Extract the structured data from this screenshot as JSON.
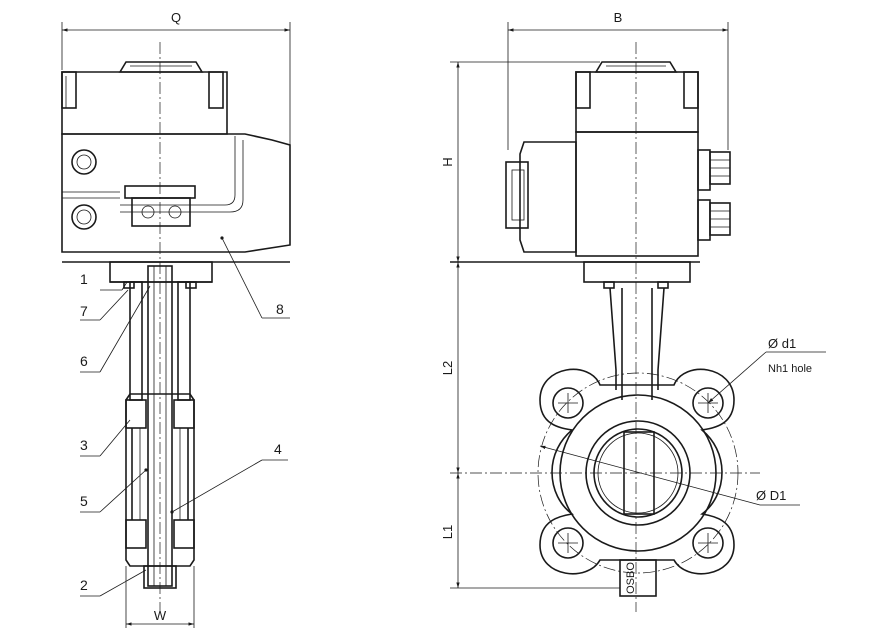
{
  "dimensions": {
    "Q": "Q",
    "B": "B",
    "H": "H",
    "L2": "L2",
    "L1": "L1",
    "W": "W",
    "d1": "Ø d1",
    "hole": "Nh1 hole",
    "D1": "Ø D1"
  },
  "callouts": [
    "1",
    "7",
    "6",
    "3",
    "5",
    "2",
    "8",
    "4"
  ],
  "stamp": "OSBO"
}
